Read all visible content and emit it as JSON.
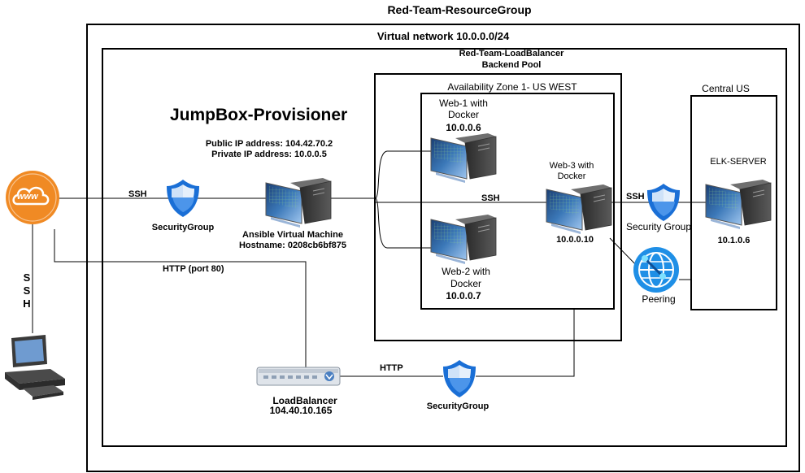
{
  "resource_group": "Red-Team-ResourceGroup",
  "vnet": "Virtual network 10.0.0.0/24",
  "lb_pool": {
    "line1": "Red-Team-LoadBalancer",
    "line2": "Backend Pool"
  },
  "zone": "Availability Zone 1- US WEST",
  "central": "Central US",
  "jumpbox": {
    "title": "JumpBox-Provisioner",
    "public_ip": "Public IP address: 104.42.70.2",
    "private_ip": "Private IP address: 10.0.0.5",
    "vm_label": "Ansible Virtual Machine",
    "hostname": "Hostname: 0208cb6bf875"
  },
  "web1": {
    "line1": "Web-1 with",
    "line2": "Docker",
    "ip": "10.0.0.6"
  },
  "web2": {
    "line1": "Web-2 with",
    "line2": "Docker",
    "ip": "10.0.0.7"
  },
  "web3": {
    "line1": "Web-3 with",
    "line2": "Docker",
    "ip": "10.0.0.10"
  },
  "elk": {
    "name": "ELK-SERVER",
    "ip": "10.1.0.6"
  },
  "sg": {
    "jump": "SecurityGroup",
    "elk": "Security Group",
    "lb": "SecurityGroup"
  },
  "peering": "Peering",
  "loadbalancer": {
    "name": "LoadBalancer",
    "ip": "104.40.10.165"
  },
  "conn": {
    "ssh_internet": "SSH",
    "ssh_web3": "SSH",
    "ssh_elk": "SSH",
    "http_port": "HTTP (port 80)",
    "http_lb": "HTTP",
    "ssh_vertical": [
      "S",
      "S",
      "H"
    ]
  },
  "www": "www",
  "colors": {
    "shield": "#1a6fd6",
    "cloud": "#f08a24",
    "screen": "#3b78b8",
    "peering": "#1f8fe6"
  }
}
